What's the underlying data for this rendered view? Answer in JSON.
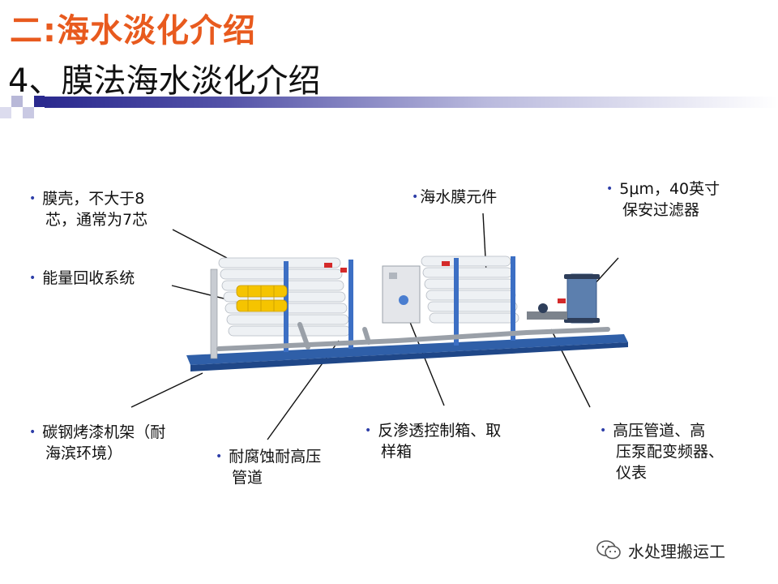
{
  "title": {
    "main": "二:海水淡化介绍",
    "sub": "4、膜法海水淡化介绍"
  },
  "callouts": {
    "membrane_shell": [
      "膜壳，不大于8",
      "芯，通常为7芯"
    ],
    "energy_recovery": [
      "能量回收系统"
    ],
    "membrane_element": [
      "海水膜元件"
    ],
    "security_filter": [
      "5μm，40英寸",
      "保安过滤器"
    ],
    "frame": [
      "碳钢烤漆机架（耐",
      "海滨环境）"
    ],
    "pipe": [
      "耐腐蚀耐高压",
      "管道"
    ],
    "control_box": [
      "反渗透控制箱、取",
      "样箱"
    ],
    "hp_pipe": [
      "高压管道、高",
      "压泵配变频器、",
      "仪表"
    ]
  },
  "bullet": "•",
  "watermark": "水处理搬运工",
  "colors": {
    "title_orange": "#e85a1e",
    "bar_blue": "#2b2a8f",
    "bullet_blue": "#2d3ea8",
    "frame_blue": "#2f5fa8",
    "pipe_gray": "#9aa0a8",
    "yellow": "#f5c400"
  }
}
